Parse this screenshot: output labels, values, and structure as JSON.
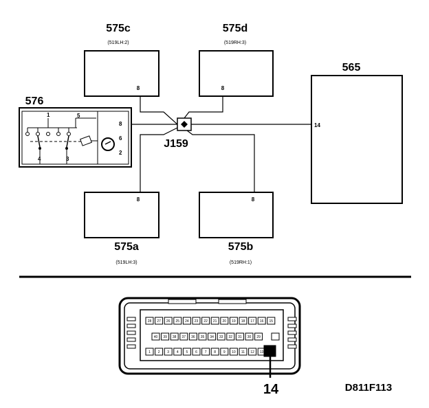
{
  "components": {
    "c575c": {
      "id": "575c",
      "ref": "(519LH:2)",
      "pin": "8"
    },
    "c575d": {
      "id": "575d",
      "ref": "(519RH:3)",
      "pin": "8"
    },
    "c565": {
      "id": "565",
      "pin": "14"
    },
    "c576": {
      "id": "576",
      "pins_left": [
        "1",
        "5",
        "4",
        "3"
      ],
      "pins_right": [
        "8",
        "6",
        "2"
      ]
    },
    "c575a": {
      "id": "575a",
      "ref": "(519LH:3)",
      "pin": "8"
    },
    "c575b": {
      "id": "575b",
      "ref": "(519RH:1)",
      "pin": "8"
    },
    "junction": {
      "id": "J159"
    }
  },
  "connector": {
    "row1": [
      "28",
      "27",
      "26",
      "25",
      "24",
      "23",
      "22",
      "21",
      "20",
      "19",
      "18",
      "17",
      "16",
      "15"
    ],
    "row2": [
      "40",
      "39",
      "38",
      "37",
      "36",
      "35",
      "34",
      "33",
      "32",
      "31",
      "30",
      "29"
    ],
    "row3": [
      "1",
      "2",
      "3",
      "4",
      "5",
      "6",
      "7",
      "8",
      "9",
      "10",
      "11",
      "12",
      "13"
    ],
    "highlighted_pin": "14",
    "callout": "14"
  },
  "figure_code": "D811F113"
}
